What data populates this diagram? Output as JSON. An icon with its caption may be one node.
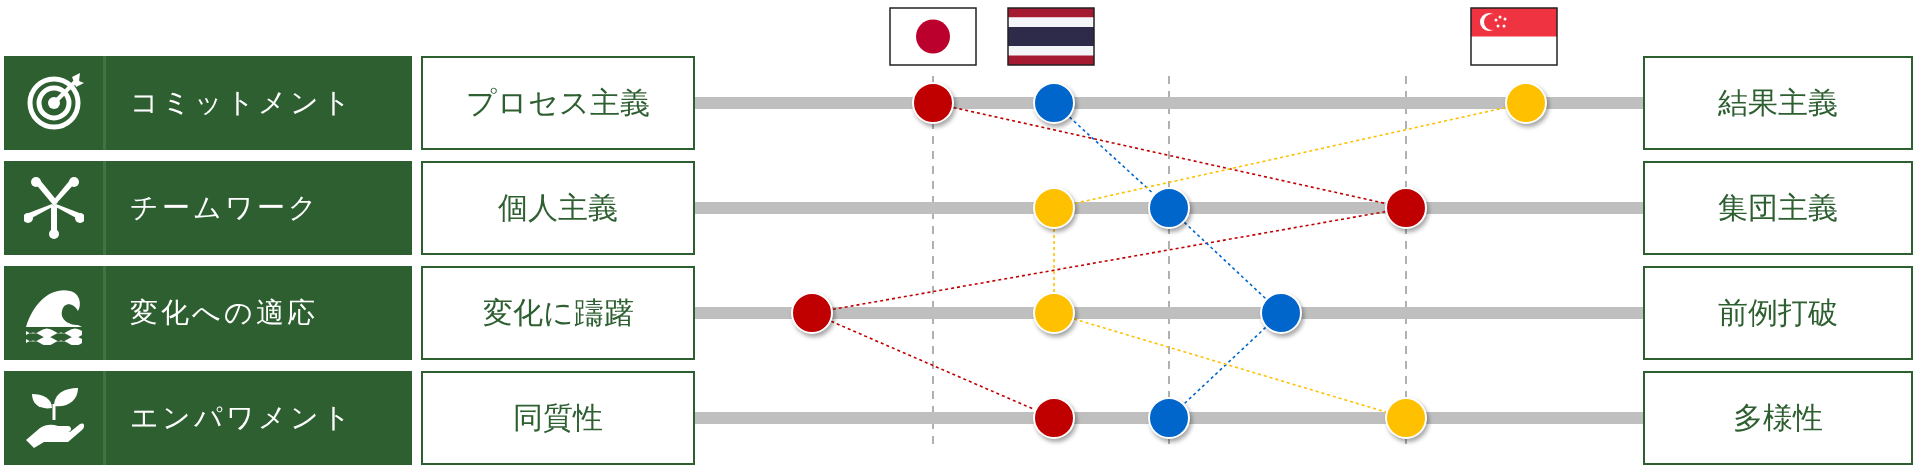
{
  "diagram": {
    "nodes": [
      {
        "text": [
          "コミットメント"
        ]
      },
      {
        "text": [
          "チームワーク"
        ]
      },
      {
        "text": [
          "変化への適応"
        ]
      },
      {
        "text": [
          "エンパワメント"
        ]
      },
      {
        "text": [
          "プロセス主義"
        ]
      },
      {
        "text": [
          "個人主義"
        ]
      },
      {
        "text": [
          "変化に躊躇"
        ]
      },
      {
        "text": [
          "同質性"
        ]
      },
      {
        "text": [
          "結果主義"
        ]
      },
      {
        "text": [
          "集団主義"
        ]
      },
      {
        "text": [
          "前例打破"
        ]
      },
      {
        "text": [
          "多様性"
        ]
      },
      {
        "text": [],
        "shape": "circle"
      },
      {
        "text": [],
        "shape": "circle"
      },
      {
        "text": [],
        "shape": "circle"
      },
      {
        "text": [],
        "shape": "circle"
      },
      {
        "text": [],
        "shape": "circle"
      },
      {
        "text": [],
        "shape": "circle"
      },
      {
        "text": [],
        "shape": "circle"
      },
      {
        "text": [],
        "shape": "circle"
      },
      {
        "text": [],
        "shape": "circle"
      },
      {
        "text": [],
        "shape": "circle"
      },
      {
        "text": [],
        "shape": "circle"
      },
      {
        "text": [],
        "shape": "circle"
      }
    ],
    "edges": [
      {
        "from": 12,
        "to": 17,
        "arrow": "none",
        "style": "dashed",
        "color": "#c00000"
      },
      {
        "from": 17,
        "to": 18,
        "arrow": "none",
        "style": "dashed",
        "color": "#c00000"
      },
      {
        "from": 18,
        "to": 21,
        "arrow": "none",
        "style": "dashed",
        "color": "#c00000"
      },
      {
        "from": 13,
        "to": 16,
        "arrow": "none",
        "style": "dashed",
        "color": "#0066cc"
      },
      {
        "from": 16,
        "to": 20,
        "arrow": "none",
        "style": "dashed",
        "color": "#0066cc"
      },
      {
        "from": 20,
        "to": 22,
        "arrow": "none",
        "style": "dashed",
        "color": "#0066cc"
      },
      {
        "from": 14,
        "to": 15,
        "arrow": "none",
        "style": "dashed",
        "color": "#ffc000"
      },
      {
        "from": 15,
        "to": 19,
        "arrow": "none",
        "style": "dashed",
        "color": "#ffc000"
      },
      {
        "from": 19,
        "to": 23,
        "arrow": "none",
        "style": "dashed",
        "color": "#ffc000"
      }
    ]
  }
}
